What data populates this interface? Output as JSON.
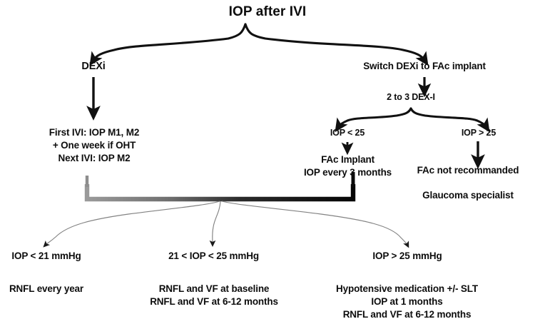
{
  "diagram": {
    "title": "IOP after IVI",
    "type": "clinical-decision-flowchart",
    "colors": {
      "text": "#0d0d0d",
      "arrow_thick": "#111111",
      "arrow_thin": "#7a7a7a",
      "bracket_left": "#8c8c8c",
      "bracket_right": "#0a0a0a",
      "background": "#ffffff"
    },
    "root": {
      "label": "IOP after IVI"
    },
    "branches": {
      "left": {
        "label": "DEXi",
        "detail": "First IVI: IOP M1, M2\n+ One week if OHT\nNext IVI: IOP M2"
      },
      "right": {
        "label": "Switch DEXi to FAc implant",
        "step": "2 to 3 DEX-I",
        "sub_left": {
          "condition": "IOP < 25",
          "detail": "FAc Implant\nIOP every 3 months"
        },
        "sub_right": {
          "condition": "IOP > 25",
          "detail": "FAc not recommanded",
          "detail2": "Glaucoma specialist"
        }
      }
    },
    "outcomes": [
      {
        "condition": "IOP < 21 mmHg",
        "plan": "RNFL every year"
      },
      {
        "condition": "21 < IOP < 25 mmHg",
        "plan": "RNFL and VF at baseline\nRNFL and VF at 6-12 months"
      },
      {
        "condition": "IOP > 25 mmHg",
        "plan": "Hypotensive medication +/- SLT\nIOP at 1 months\nRNFL and VF at 6-12 months"
      }
    ]
  }
}
